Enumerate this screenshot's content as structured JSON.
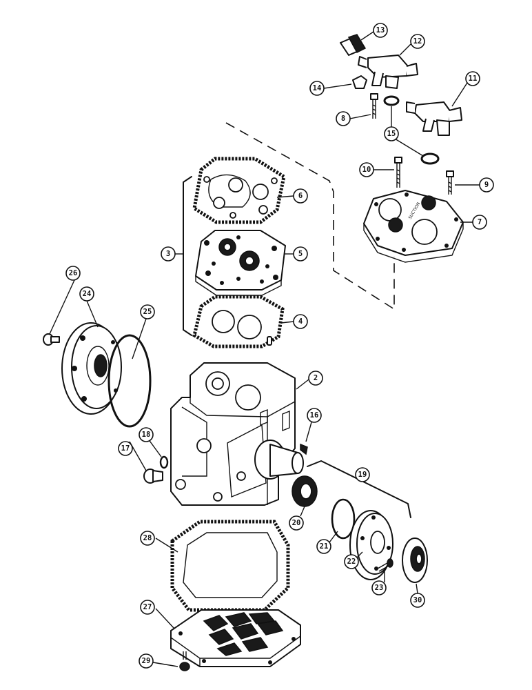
{
  "callouts": [
    {
      "id": "c2",
      "text": "2"
    },
    {
      "id": "c3",
      "text": "3"
    },
    {
      "id": "c4",
      "text": "4"
    },
    {
      "id": "c5",
      "text": "5"
    },
    {
      "id": "c6",
      "text": "6"
    },
    {
      "id": "c7",
      "text": "7"
    },
    {
      "id": "c8",
      "text": "8"
    },
    {
      "id": "c9",
      "text": "9"
    },
    {
      "id": "c10",
      "text": "10"
    },
    {
      "id": "c11",
      "text": "11"
    },
    {
      "id": "c12",
      "text": "12"
    },
    {
      "id": "c13",
      "text": "13"
    },
    {
      "id": "c14",
      "text": "14"
    },
    {
      "id": "c15",
      "text": "15"
    },
    {
      "id": "c16",
      "text": "16"
    },
    {
      "id": "c17",
      "text": "17"
    },
    {
      "id": "c18",
      "text": "18"
    },
    {
      "id": "c19",
      "text": "19"
    },
    {
      "id": "c20",
      "text": "20"
    },
    {
      "id": "c21",
      "text": "21"
    },
    {
      "id": "c22",
      "text": "22"
    },
    {
      "id": "c23",
      "text": "23"
    },
    {
      "id": "c24",
      "text": "24"
    },
    {
      "id": "c25",
      "text": "25"
    },
    {
      "id": "c26",
      "text": "26"
    },
    {
      "id": "c27",
      "text": "27"
    },
    {
      "id": "c28",
      "text": "28"
    },
    {
      "id": "c29",
      "text": "29"
    },
    {
      "id": "c30",
      "text": "30"
    }
  ],
  "head_stamp": "SUCTION"
}
